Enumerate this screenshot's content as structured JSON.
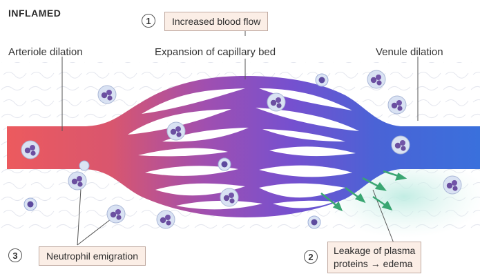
{
  "title": "INFLAMED",
  "labels": {
    "arteriole": "Arteriole dilation",
    "capillary": "Expansion of capillary bed",
    "venule": "Venule dilation"
  },
  "steps": [
    {
      "number": "1",
      "text": "Increased blood flow"
    },
    {
      "number": "2",
      "line1": "Leakage of plasma",
      "line2_a": "proteins",
      "line2_arrow": "→",
      "line2_b": "edema"
    },
    {
      "number": "3",
      "text": "Neutrophil emigration"
    }
  ],
  "colors": {
    "arteriole": "#e8555a",
    "capillary_mid": "#7a4fd0",
    "venule": "#3d6fd8",
    "neutrophil_nucleus": "#6b4fa0",
    "edema_fluid": "#c8efe6",
    "plasma_arrow": "#3aa672",
    "box_fill": "#fbeee6"
  },
  "icons": [
    "neutrophil-cell",
    "plasma-leak-arrow"
  ]
}
